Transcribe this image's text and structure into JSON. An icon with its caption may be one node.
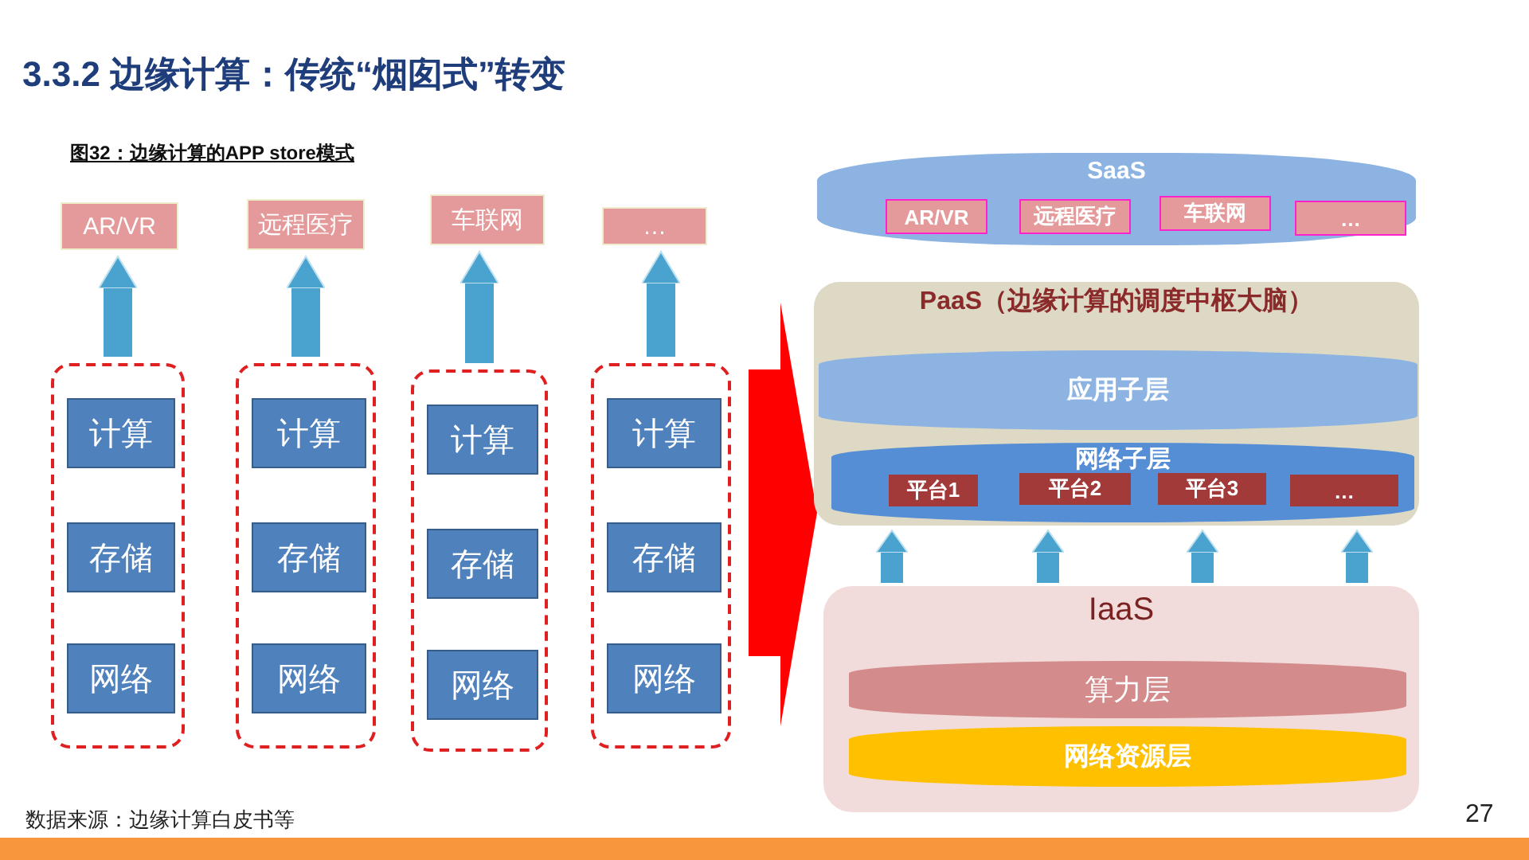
{
  "diagram": {
    "title": "3.3.2 边缘计算：传统“烟囱式”转变",
    "nodes": [
      {
        "text": [
          "AR/VR"
        ]
      },
      {
        "text": [
          "远程医疗"
        ]
      },
      {
        "text": [
          "车联网"
        ]
      },
      {
        "text": [
          "…"
        ]
      },
      {
        "text": [],
        "shape": "box"
      },
      {
        "text": [
          "计算"
        ],
        "in": 4
      },
      {
        "text": [
          "存储"
        ],
        "in": 4
      },
      {
        "text": [
          "网络"
        ],
        "in": 4
      },
      {
        "text": [],
        "shape": "box"
      },
      {
        "text": [
          "计算"
        ],
        "in": 8
      },
      {
        "text": [
          "存储"
        ],
        "in": 8
      },
      {
        "text": [
          "网络"
        ],
        "in": 8
      },
      {
        "text": [],
        "shape": "box"
      },
      {
        "text": [
          "计算"
        ],
        "in": 12
      },
      {
        "text": [
          "存储"
        ],
        "in": 12
      },
      {
        "text": [
          "网络"
        ],
        "in": 12
      },
      {
        "text": [],
        "shape": "box"
      },
      {
        "text": [
          "计算"
        ],
        "in": 16
      },
      {
        "text": [
          "存储"
        ],
        "in": 16
      },
      {
        "text": [
          "网络"
        ],
        "in": 16
      },
      {
        "text": [
          "SaaS"
        ]
      },
      {
        "text": [
          "AR/VR"
        ],
        "in": 20
      },
      {
        "text": [
          "远程医疗"
        ],
        "in": 20
      },
      {
        "text": [
          "车联网"
        ],
        "in": 20
      },
      {
        "text": [
          "…"
        ],
        "in": 20
      },
      {
        "text": [
          "PaaS（边缘计算的调度中枢大脑）"
        ]
      },
      {
        "text": [
          "应用子层"
        ],
        "in": 25
      },
      {
        "text": [
          "网络子层"
        ],
        "in": 25
      },
      {
        "text": [
          "平台1"
        ],
        "in": 27
      },
      {
        "text": [
          "平台2"
        ],
        "in": 27
      },
      {
        "text": [
          "平台3"
        ],
        "in": 27
      },
      {
        "text": [
          "…"
        ],
        "in": 27
      },
      {
        "text": [
          "IaaS"
        ]
      },
      {
        "text": [
          "算力层"
        ],
        "in": 32
      },
      {
        "text": [
          "网络资源层"
        ],
        "in": 32
      }
    ],
    "edges": [
      {
        "from": 4,
        "to": 0,
        "arrow": "to"
      },
      {
        "from": 8,
        "to": 1,
        "arrow": "to"
      },
      {
        "from": 12,
        "to": 2,
        "arrow": "to"
      },
      {
        "from": 16,
        "to": 3,
        "arrow": "to"
      },
      {
        "from": 32,
        "to": 25,
        "arrow": "to"
      },
      {
        "from": 32,
        "to": 25,
        "arrow": "to"
      },
      {
        "from": 32,
        "to": 25,
        "arrow": "to"
      },
      {
        "from": 32,
        "to": 25,
        "arrow": "to"
      },
      {
        "from": null,
        "to": 25,
        "arrow": "to"
      }
    ],
    "labels": [
      "图32：边缘计算的APP store模式",
      "数据来源：边缘计算白皮书等",
      "27"
    ]
  }
}
